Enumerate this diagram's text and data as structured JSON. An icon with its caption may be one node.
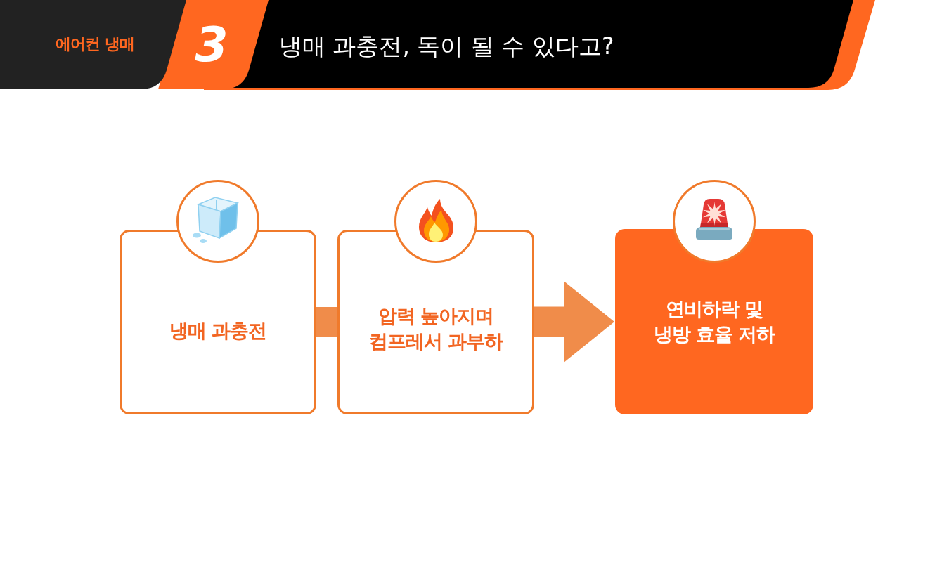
{
  "diagram": {
    "title": "냉매 과충전, 독이 될 수 있다고?",
    "nodes": [
      {
        "text": [
          "냉매 과충전"
        ]
      },
      {
        "text": [
          "압력 높아지며 컴프레서 과부하"
        ]
      },
      {
        "text": [
          "연비하락 및 냉방 효율 저하"
        ]
      }
    ],
    "edges": [
      {
        "from": 0,
        "to": 1,
        "arrow": "none"
      },
      {
        "from": 1,
        "to": 2,
        "arrow": "to"
      }
    ],
    "labels": [
      "에어컨 냉매",
      "3"
    ]
  }
}
